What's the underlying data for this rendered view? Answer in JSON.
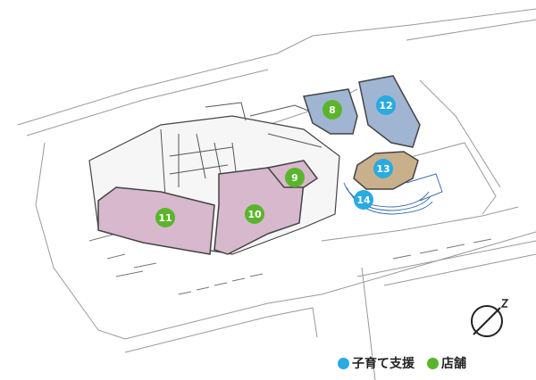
{
  "colors": {
    "childcare": "#29aae1",
    "shop": "#5ab52c",
    "retail_floor": "#d8b8cd",
    "childcare_floor": "#9fb5d1",
    "plaza_floor": "#c9b08c",
    "line": "#444444",
    "light_line": "#aaaaaa"
  },
  "markers": [
    {
      "number": "8",
      "category": "shop"
    },
    {
      "number": "9",
      "category": "shop"
    },
    {
      "number": "10",
      "category": "shop"
    },
    {
      "number": "11",
      "category": "shop"
    },
    {
      "number": "12",
      "category": "childcare"
    },
    {
      "number": "13",
      "category": "childcare"
    },
    {
      "number": "14",
      "category": "childcare"
    }
  ],
  "legend": {
    "childcare": "子育て支援",
    "shop": "店舗"
  },
  "north_icon": "north-arrow-icon"
}
